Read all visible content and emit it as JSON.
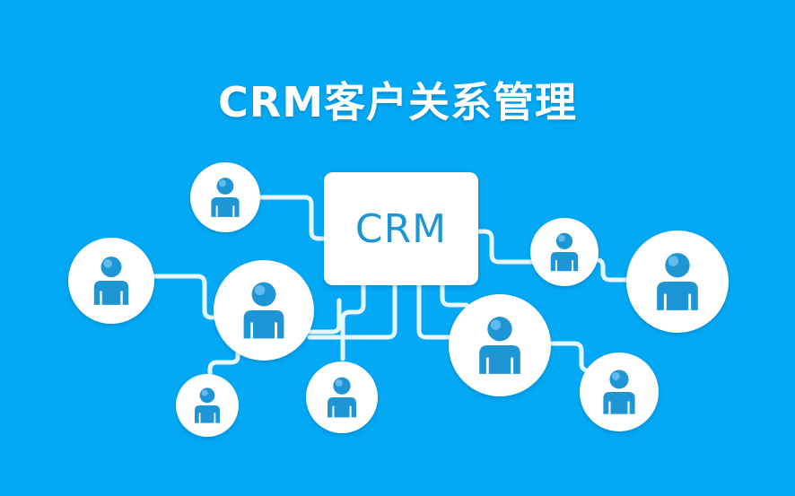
{
  "title": "CRM客户关系管理",
  "hub": {
    "label": "CRM",
    "icon": "crm-hub-box"
  },
  "colors": {
    "background": "#03A9F4",
    "node_fill": "#FFFFFF",
    "icon": "#1E96D6",
    "connector": "#E6F7FF"
  },
  "nodes": [
    {
      "id": "user-1",
      "icon": "person-icon",
      "size": "small"
    },
    {
      "id": "user-2",
      "icon": "person-icon",
      "size": "medium"
    },
    {
      "id": "user-3",
      "icon": "person-icon",
      "size": "large"
    },
    {
      "id": "user-4",
      "icon": "person-icon",
      "size": "small"
    },
    {
      "id": "user-5",
      "icon": "person-icon",
      "size": "small"
    },
    {
      "id": "user-6",
      "icon": "person-icon",
      "size": "small"
    },
    {
      "id": "user-7",
      "icon": "person-icon",
      "size": "large"
    },
    {
      "id": "user-8",
      "icon": "person-icon",
      "size": "large"
    },
    {
      "id": "user-9",
      "icon": "person-icon",
      "size": "small"
    }
  ]
}
